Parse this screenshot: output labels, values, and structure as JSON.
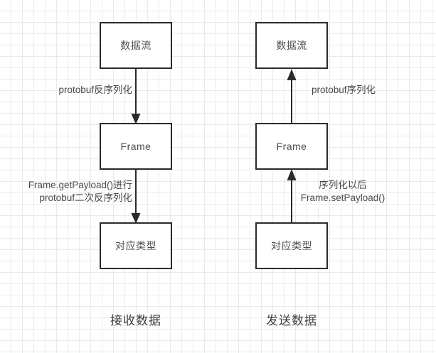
{
  "diagram": {
    "type": "flowchart",
    "background": {
      "grid": "graph-paper",
      "minor_color": "#e8ebee",
      "major_color": "#d6dade",
      "canvas_color": "#ffffff"
    },
    "stroke_color": "#2b2b2b",
    "text_color": "#4d4d4d",
    "columns": [
      {
        "id": "receive",
        "caption": "接收数据",
        "direction": "downward",
        "nodes": [
          {
            "id": "recv-stream",
            "label": "数据流"
          },
          {
            "id": "recv-frame",
            "label": "Frame"
          },
          {
            "id": "recv-type",
            "label": "对应类型"
          }
        ],
        "edges": [
          {
            "id": "recv-edge-1",
            "from": "recv-stream",
            "to": "recv-frame",
            "label_lines": [
              "protobuf反序列化"
            ],
            "label_side": "left"
          },
          {
            "id": "recv-edge-2",
            "from": "recv-frame",
            "to": "recv-type",
            "label_lines": [
              "Frame.getPayload()进行",
              "protobuf二次反序列化"
            ],
            "label_side": "left"
          }
        ]
      },
      {
        "id": "send",
        "caption": "发送数据",
        "direction": "upward",
        "nodes": [
          {
            "id": "send-stream",
            "label": "数据流"
          },
          {
            "id": "send-frame",
            "label": "Frame"
          },
          {
            "id": "send-type",
            "label": "对应类型"
          }
        ],
        "edges": [
          {
            "id": "send-edge-1",
            "from": "send-frame",
            "to": "send-stream",
            "label_lines": [
              "protobuf序列化"
            ],
            "label_side": "right"
          },
          {
            "id": "send-edge-2",
            "from": "send-type",
            "to": "send-frame",
            "label_lines": [
              "序列化以后",
              "Frame.setPayload()"
            ],
            "label_side": "right"
          }
        ]
      }
    ]
  }
}
